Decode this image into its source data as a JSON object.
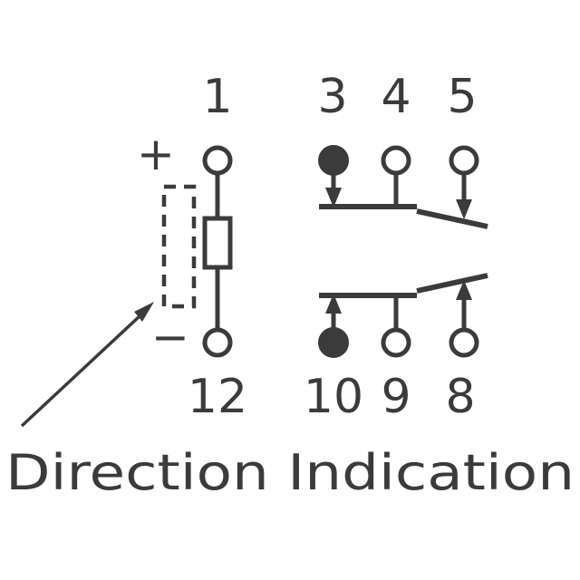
{
  "diagram": {
    "type": "relay-schematic",
    "caption": "Direction Indication",
    "colors": {
      "ink": "#3b3b3b",
      "background": "#ffffff"
    },
    "coil": {
      "top_pin": "1",
      "bottom_pin": "12",
      "plus": "+",
      "minus": "−",
      "polarity_marker": "dashed-box"
    },
    "top_contacts": {
      "pins": [
        "3",
        "4",
        "5"
      ],
      "filled_pins": [
        "3"
      ],
      "arrow_direction": "down"
    },
    "bottom_contacts": {
      "pins": [
        "10",
        "9",
        "8"
      ],
      "filled_pins": [
        "10"
      ],
      "arrow_direction": "up"
    }
  }
}
